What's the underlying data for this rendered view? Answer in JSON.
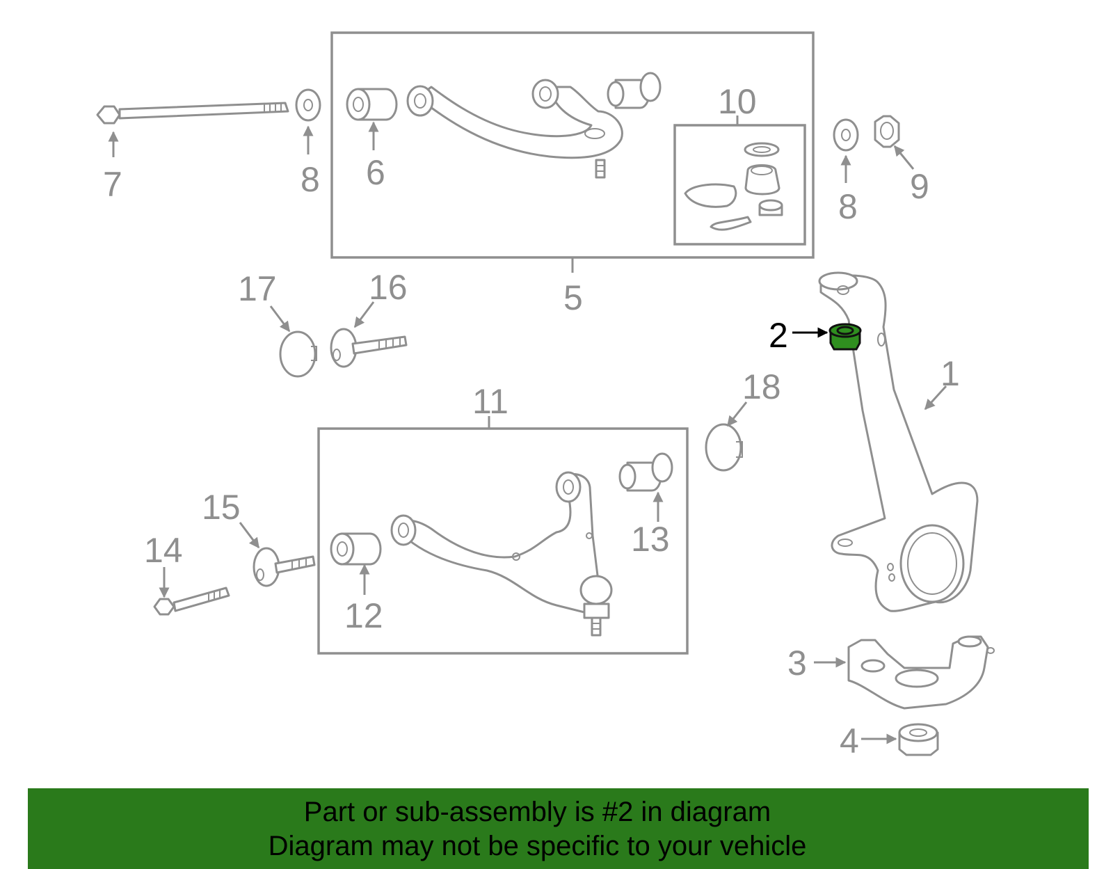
{
  "callouts": {
    "c1": "1",
    "c2": "2",
    "c3": "3",
    "c4": "4",
    "c5": "5",
    "c6": "6",
    "c7": "7",
    "c8a": "8",
    "c8b": "8",
    "c9": "9",
    "c10": "10",
    "c11": "11",
    "c12": "12",
    "c13": "13",
    "c14": "14",
    "c15": "15",
    "c16": "16",
    "c17": "17",
    "c18": "18"
  },
  "highlight": {
    "part_number": "2",
    "color": "#2f8f1f"
  },
  "banner": {
    "line1": "Part or sub-assembly is #2 in diagram",
    "line2": "Diagram may not be specific to your vehicle",
    "background": "#2a7a1b"
  }
}
